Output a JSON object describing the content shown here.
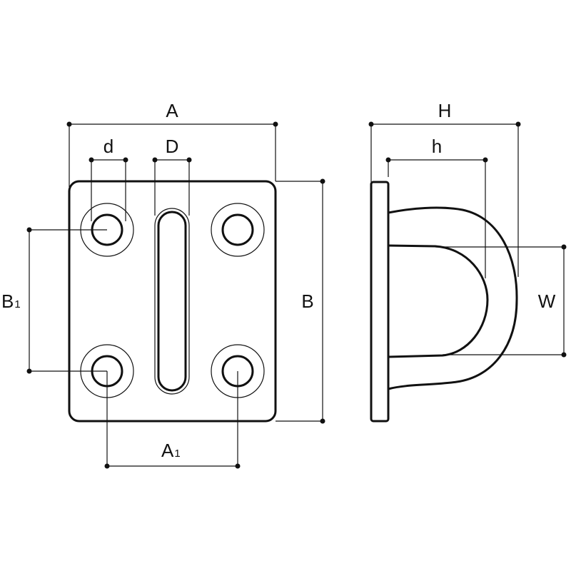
{
  "labels": {
    "A": "A",
    "B": "B",
    "A1": "A",
    "A1_sub": "1",
    "B1": "B",
    "B1_sub": "1",
    "d": "d",
    "D": "D",
    "H": "H",
    "h": "h",
    "W": "W"
  }
}
